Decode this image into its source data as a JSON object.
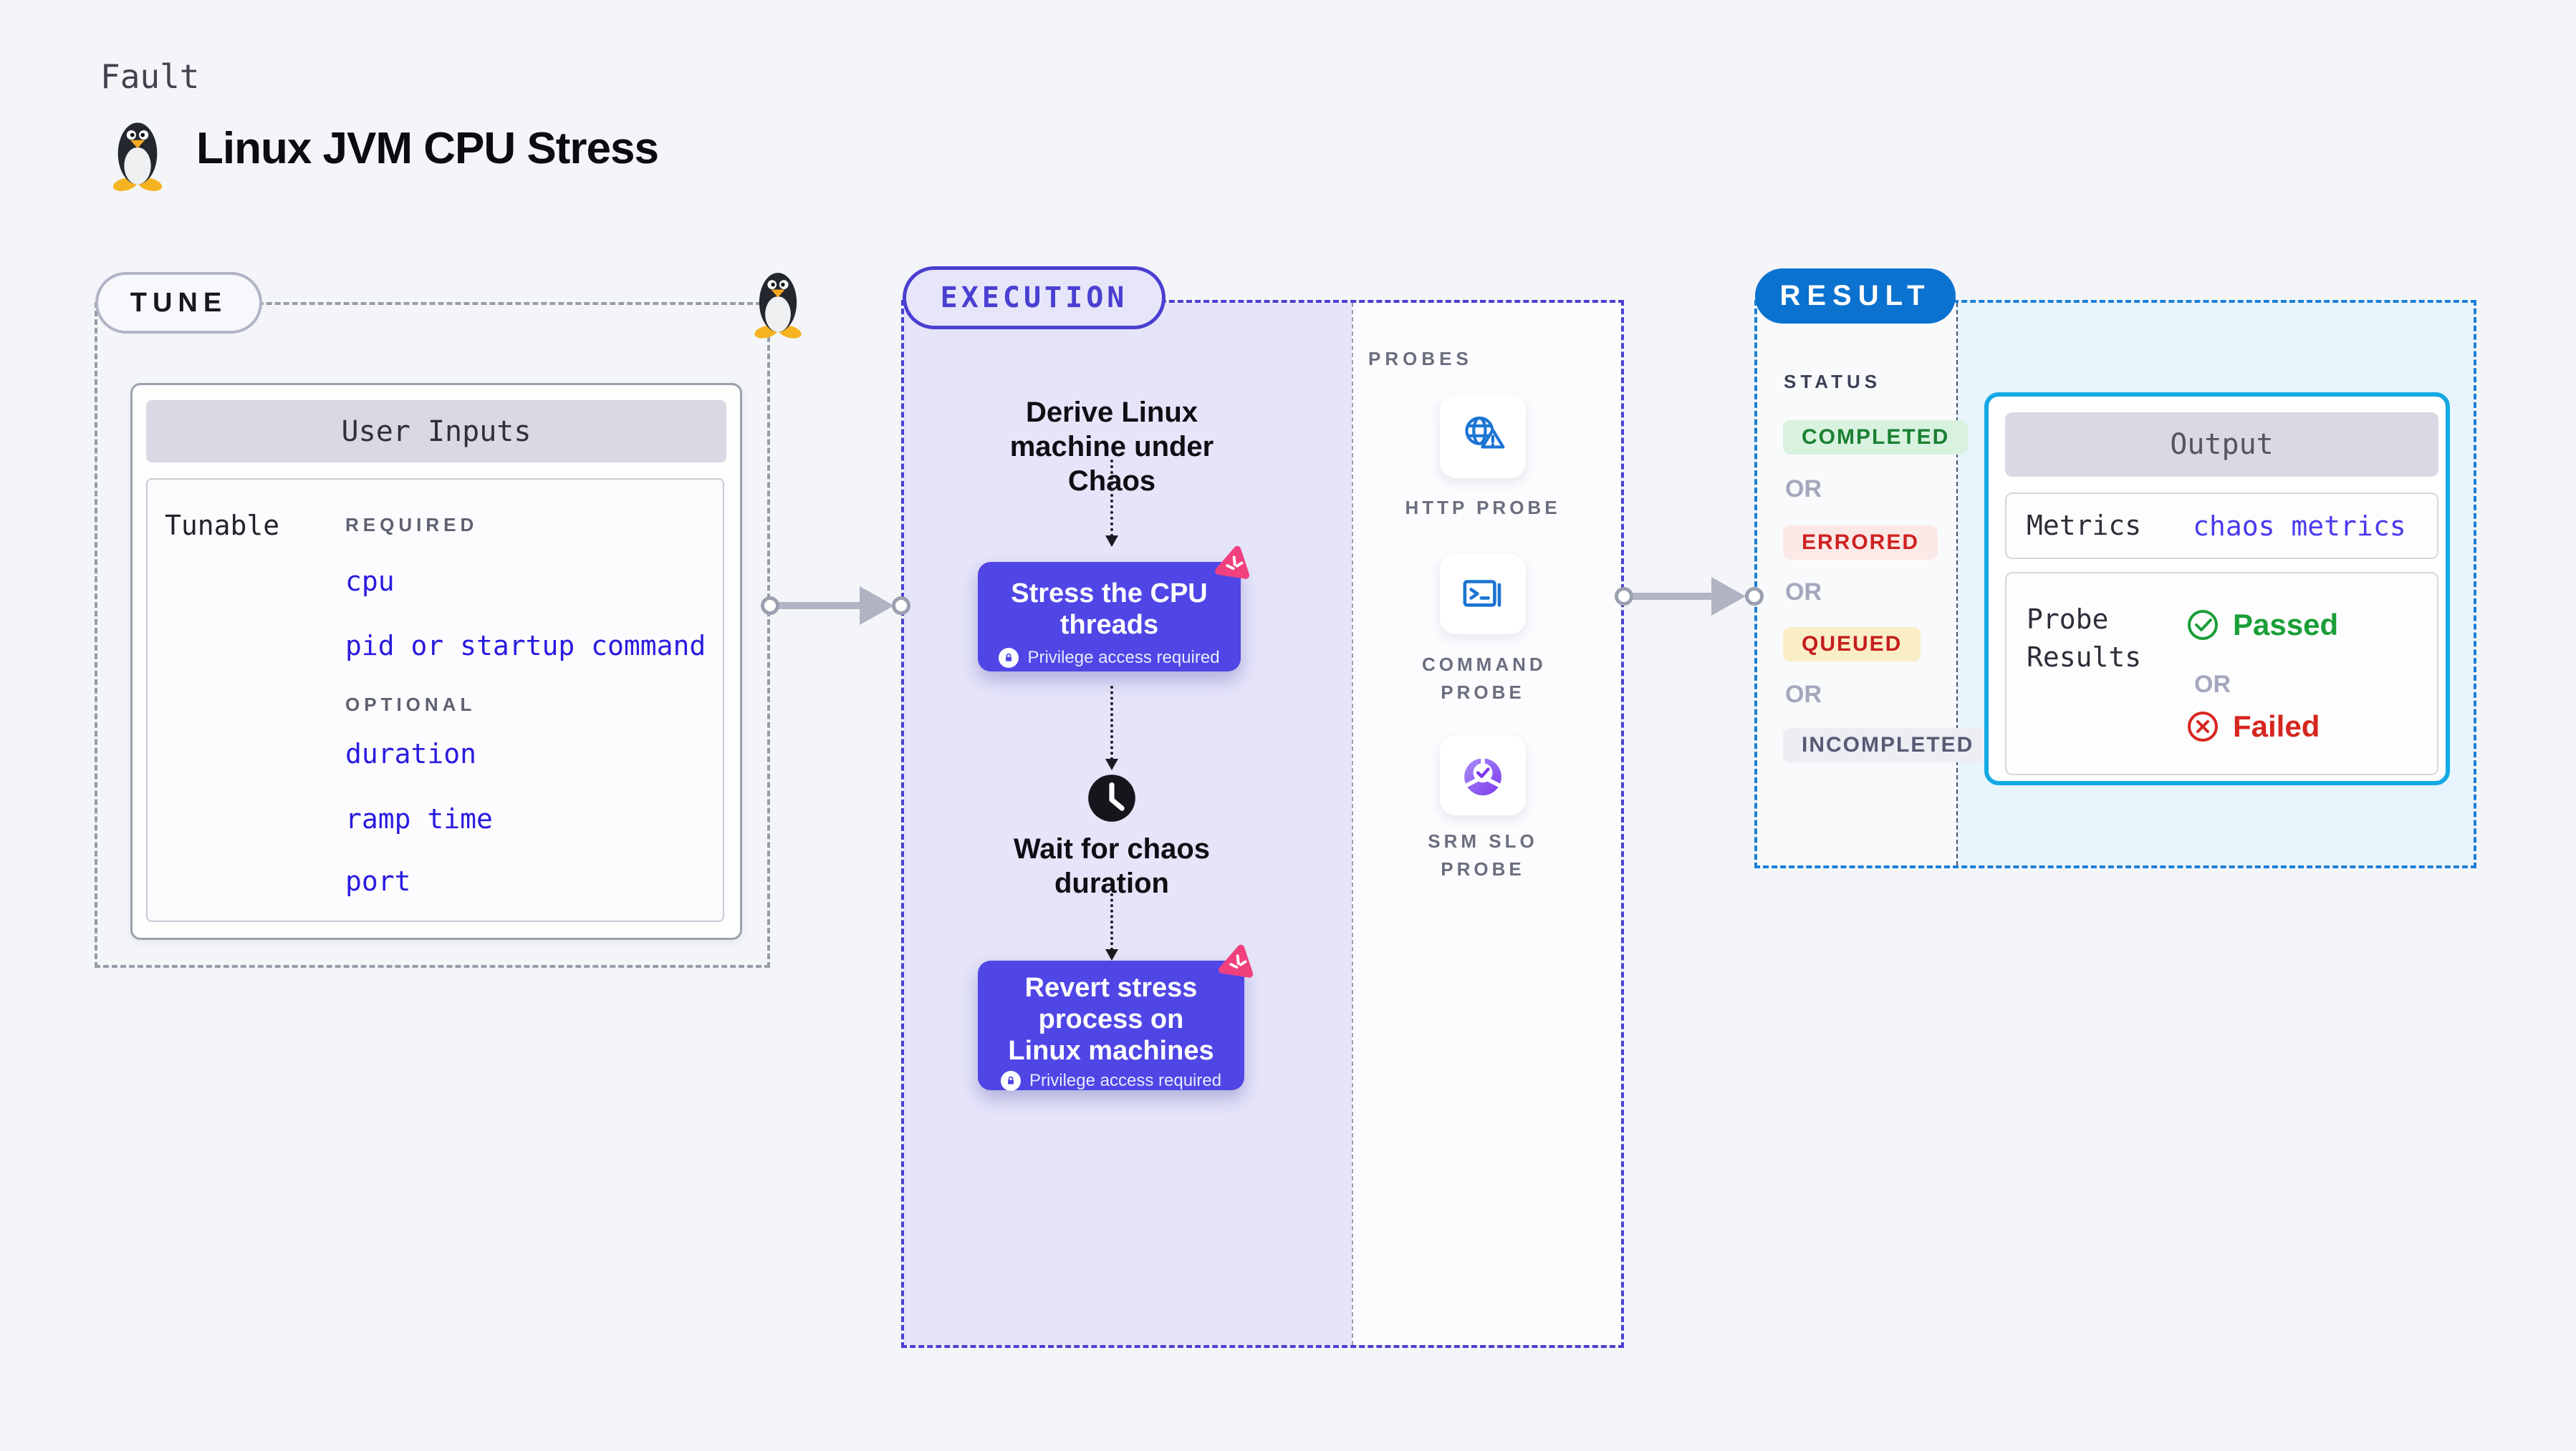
{
  "header": {
    "eyebrow": "Fault",
    "title": "Linux JVM CPU Stress"
  },
  "tune": {
    "label": "TUNE",
    "user_inputs": {
      "title": "User Inputs",
      "row_label": "Tunable",
      "required_label": "REQUIRED",
      "required_items": [
        "cpu",
        "pid or startup command"
      ],
      "optional_label": "OPTIONAL",
      "optional_items": [
        "duration",
        "ramp time",
        "port"
      ]
    }
  },
  "execution": {
    "label": "EXECUTION",
    "derive_step": "Derive Linux machine under Chaos",
    "stress_step": {
      "title": "Stress the CPU threads",
      "badge": "Privilege access required"
    },
    "wait_step": "Wait for chaos duration",
    "revert_step": {
      "title": "Revert stress process on Linux machines",
      "badge": "Privilege access required"
    },
    "probes": {
      "label": "PROBES",
      "items": [
        {
          "label": "HTTP PROBE",
          "icon": "globe-warning-icon"
        },
        {
          "label": "COMMAND PROBE",
          "icon": "terminal-icon"
        },
        {
          "label": "SRM SLO PROBE",
          "icon": "slo-donut-check-icon"
        }
      ]
    }
  },
  "result": {
    "label": "RESULT",
    "status": {
      "label": "STATUS",
      "or": "OR",
      "badges": [
        {
          "text": "COMPLETED",
          "fg": "#1b8033",
          "bg": "#d9f2df"
        },
        {
          "text": "ERRORED",
          "fg": "#cf2222",
          "bg": "#fbe9e8"
        },
        {
          "text": "QUEUED",
          "fg": "#c41e1e",
          "bg": "#faeec6"
        },
        {
          "text": "INCOMPLETED",
          "fg": "#565b74",
          "bg": "#eceef4"
        }
      ]
    },
    "output": {
      "title": "Output",
      "metrics_label": "Metrics",
      "metrics_value": "chaos metrics",
      "probe_results_label": "Probe Results",
      "passed": "Passed",
      "or": "OR",
      "failed": "Failed"
    }
  },
  "colors": {
    "background": "#f3f5f9",
    "execution_accent": "#4a3fd1",
    "action_button": "#4f46e5",
    "result_blue": "#0b72d0",
    "output_border": "#14a9e3",
    "probe_icon_blue": "#1b74d3",
    "tunable_link": "#2a1bdf",
    "passed_green": "#1a9e38",
    "failed_red": "#d6261f",
    "chaos_pink": "#f0407e"
  }
}
